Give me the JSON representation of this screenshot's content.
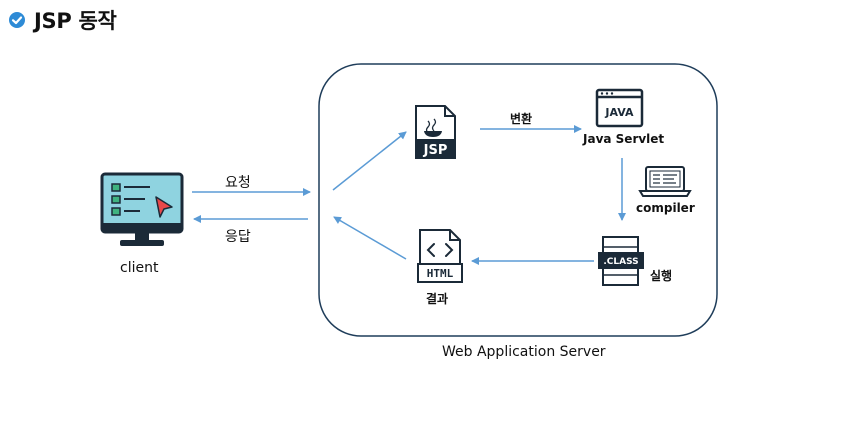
{
  "header": {
    "title": "JSP 동작",
    "bullet_icon": "check-circle-icon"
  },
  "diagram": {
    "client": {
      "label": "client",
      "icon": "monitor-client-icon"
    },
    "edges": {
      "request": "요청",
      "response": "응답",
      "convert": "변환"
    },
    "server": {
      "label": "Web Application Server"
    },
    "nodes": {
      "jsp": {
        "icon_text": "JSP",
        "icon": "jsp-file-icon"
      },
      "servlet": {
        "label": "Java Servlet",
        "icon_text": "JAVA",
        "icon": "java-window-icon"
      },
      "compiler": {
        "label": "compiler",
        "icon": "laptop-icon"
      },
      "class": {
        "label": "실행",
        "icon_text": ".CLASS",
        "icon": "class-file-icon"
      },
      "html": {
        "label": "결과",
        "icon_text": "HTML",
        "icon": "html-file-icon"
      }
    }
  },
  "colors": {
    "arrow": "#5b9bd5",
    "accent": "#2e8bd6",
    "client_teal": "#8fd3e0",
    "box_border": "#1f3d5a"
  }
}
